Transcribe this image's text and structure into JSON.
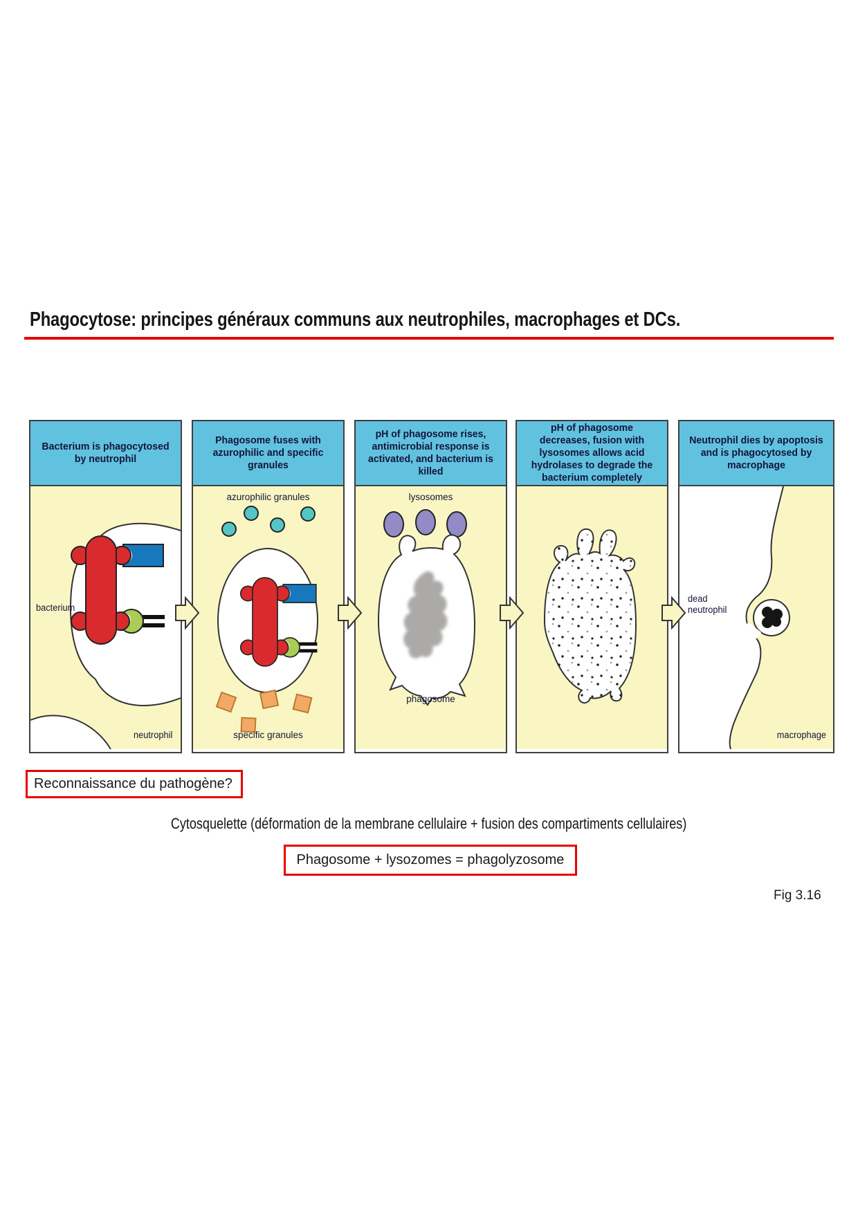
{
  "title": "Phagocytose: principes généraux communs aux neutrophiles, macrophages et DCs.",
  "figure": {
    "panels": [
      {
        "header": "Bacterium is phagocytosed by neutrophil",
        "labels": {
          "bacterium": "bacterium",
          "neutrophil": "neutrophil"
        }
      },
      {
        "header": "Phagosome fuses with azurophilic and specific granules",
        "labels": {
          "top": "azurophilic granules",
          "bottom": "specific granules"
        }
      },
      {
        "header": "pH of phagosome rises, antimicrobial response is activated, and bacterium is killed",
        "labels": {
          "top": "lysosomes",
          "bottom": "phagosome"
        }
      },
      {
        "header": "pH of phagosome decreases, fusion with lysosomes allows acid hydrolases to degrade the bacterium completely",
        "labels": {}
      },
      {
        "header": "Neutrophil dies by apoptosis and is phagocytosed by macrophage",
        "labels": {
          "dead": "dead neutrophil",
          "macrophage": "macrophage"
        }
      }
    ]
  },
  "annotations": {
    "recognition_box": "Reconnaissance du pathogène?",
    "cytoskeleton_note": "Cytosquelette (déformation de la membrane cellulaire + fusion des compartiments cellulaires)",
    "phagolysosome_box": "Phagosome + lysozomes = phagolyzosome",
    "figure_reference": "Fig 3.16"
  },
  "colors": {
    "accent_red": "#e60000",
    "header_blue": "#61c2e0",
    "panel_yellow": "#faf6c3",
    "bacterium_red": "#d92b2e",
    "azurophilic_teal": "#54c6c3",
    "specific_orange": "#f2a963",
    "lysosome_purple": "#938bc6",
    "receptor_blue": "#1878be",
    "receptor_green": "#a9cd55",
    "remnant_gray": "#abaaa8"
  }
}
